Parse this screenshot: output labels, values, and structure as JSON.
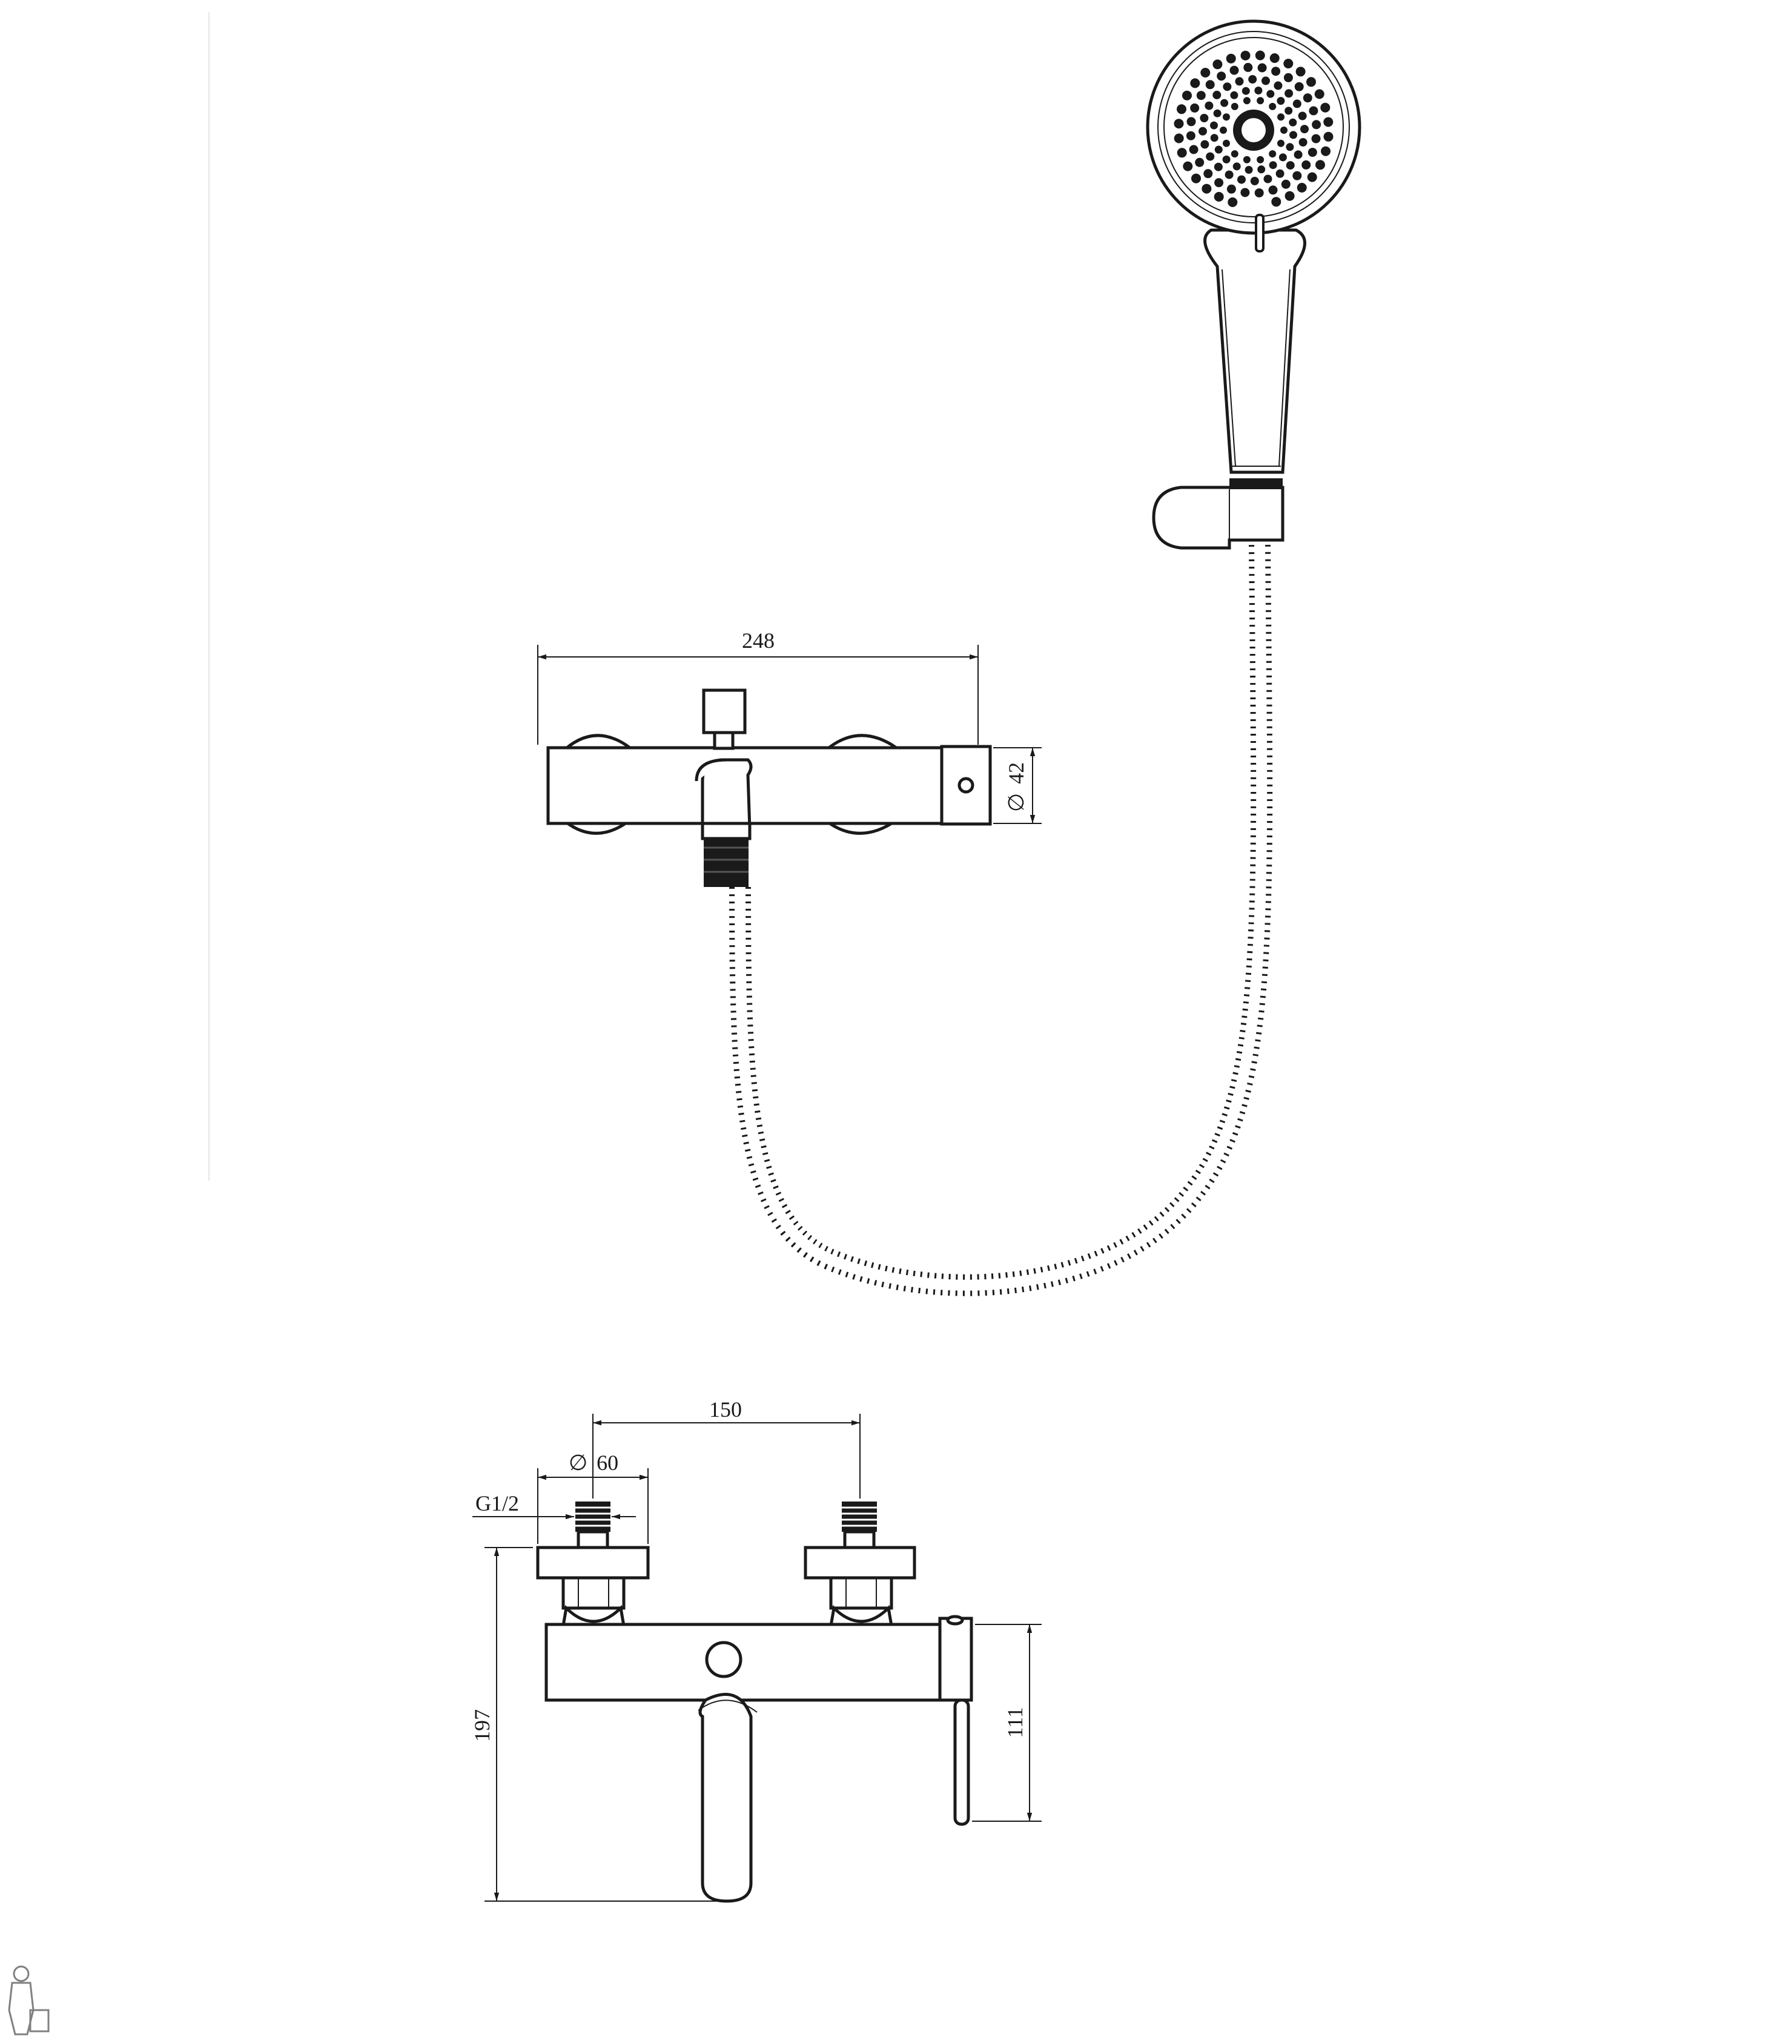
{
  "dimensions": {
    "top_view_width": "248",
    "body_diameter": "42",
    "inlet_spacing": "150",
    "flange_diameter": "60",
    "thread": "G1/2",
    "overall_height": "197",
    "body_height": "111"
  },
  "symbols": {
    "diameter": "∅"
  },
  "colors": {
    "line": "#1a1a1a",
    "background": "#ffffff"
  }
}
